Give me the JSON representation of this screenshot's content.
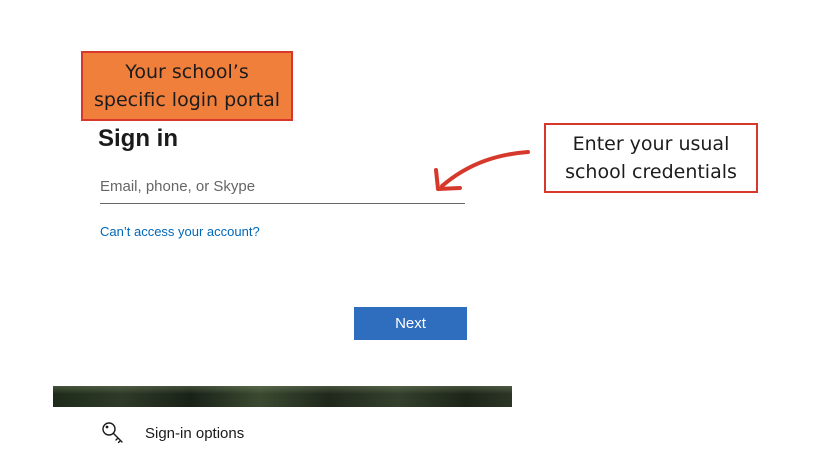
{
  "annotations": {
    "portal_callout": {
      "line1": "Your school’s",
      "line2": "specific login portal"
    },
    "credentials_callout": {
      "line1": "Enter your usual",
      "line2": "school credentials"
    },
    "colors": {
      "orange_fill": "#f07f3c",
      "callout_border": "#d6392b",
      "arrow": "#d6392b"
    }
  },
  "signin": {
    "title": "Sign in",
    "email_placeholder": "Email, phone, or Skype",
    "email_value": "",
    "access_link": "Can’t access your account?",
    "next_label": "Next",
    "next_color": "#2f6dbf",
    "link_color": "#0067b8"
  },
  "footer": {
    "options_label": "Sign-in options",
    "options_icon": "key-icon"
  }
}
